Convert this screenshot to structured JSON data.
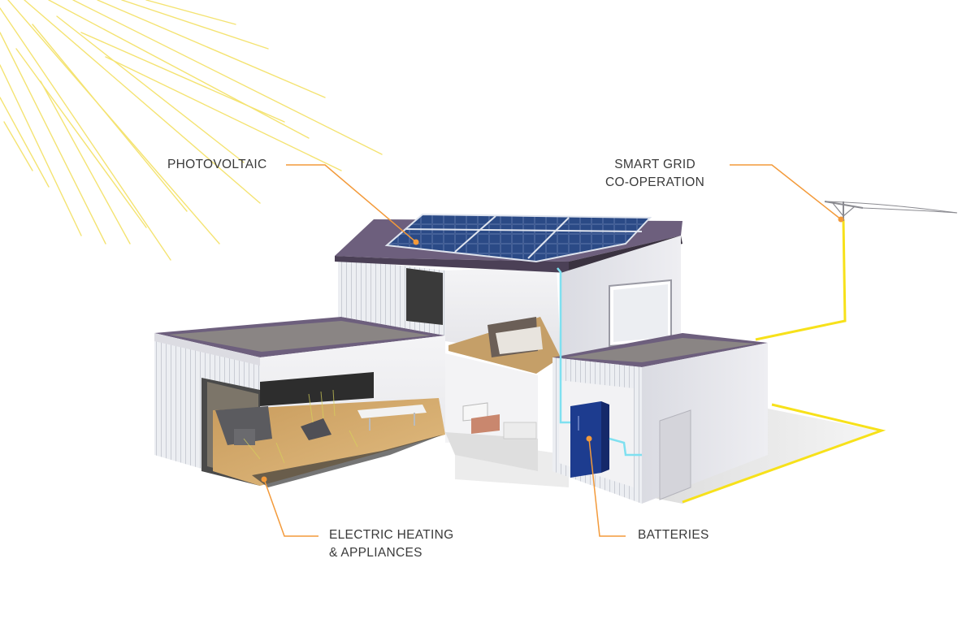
{
  "labels": {
    "photovoltaic": {
      "line1": "PHOTOVOLTAIC"
    },
    "smart_grid": {
      "line1": "SMART GRID",
      "line2": "CO-OPERATION"
    },
    "heating": {
      "line1": "ELECTRIC HEATING",
      "line2": "& APPLIANCES"
    },
    "batteries": {
      "line1": "BATTERIES"
    }
  },
  "colors": {
    "callout": "#f39a3a",
    "sun_rays": "#f3df5a",
    "power_line": "#f7e11a",
    "data_line": "#7fe0f0",
    "roof": "#6d5f7d",
    "battery": "#1d3c8f"
  },
  "icons": [
    "sun-rays-icon",
    "power-pole-icon",
    "solar-panel-icon",
    "battery-unit-icon"
  ]
}
